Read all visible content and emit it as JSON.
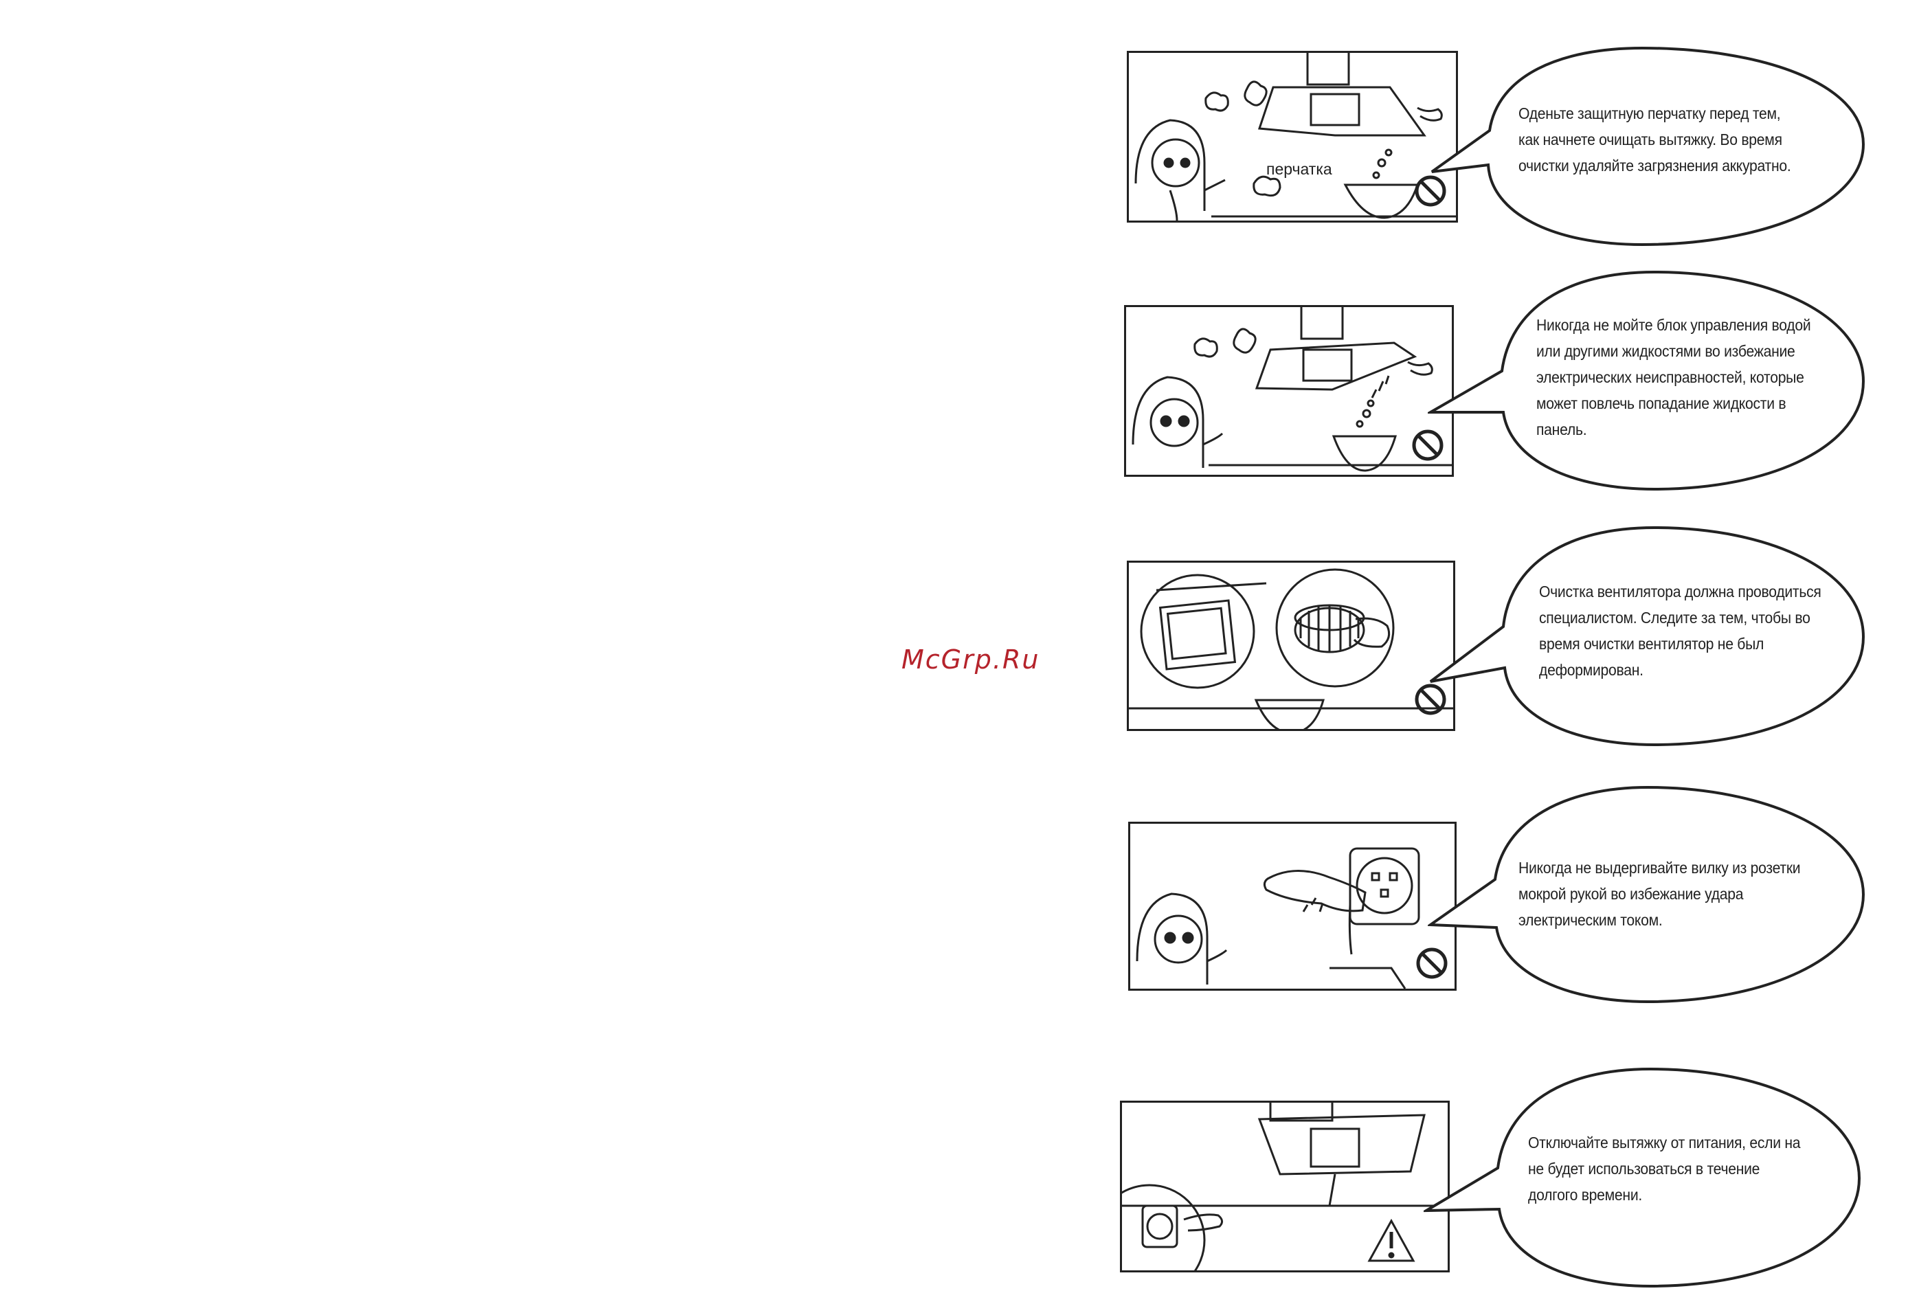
{
  "watermark": "McGrp.Ru",
  "panels": [
    {
      "illustration_label": "перчатка",
      "sign": "no-icon",
      "bubble_lines": [
        "Оденьте защитную перчатку перед тем,",
        "как начнете очищать вытяжку. Во время",
        "очистки удаляйте загрязнения аккуратно."
      ]
    },
    {
      "sign": "no-icon",
      "bubble_lines": [
        "Никогда не мойте блок управления водой",
        "или другими жидкостями во избежание",
        "электрических неисправностей, которые",
        "может повлечь попадание жидкости в",
        "панель."
      ]
    },
    {
      "sign": "no-icon",
      "bubble_lines": [
        "Очистка вентилятора должна проводиться",
        "специалистом. Следите за тем, чтобы во",
        "время очистки вентилятор не был",
        "деформирован."
      ]
    },
    {
      "sign": "no-icon",
      "bubble_lines": [
        "Никогда не выдергивайте вилку из розетки",
        "мокрой рукой во избежание удара",
        "электрическим током."
      ]
    },
    {
      "sign": "warning-icon",
      "bubble_lines": [
        "Отключайте вытяжку от питания, если на",
        "не будет использоваться в течение",
        "долгого времени."
      ]
    }
  ]
}
